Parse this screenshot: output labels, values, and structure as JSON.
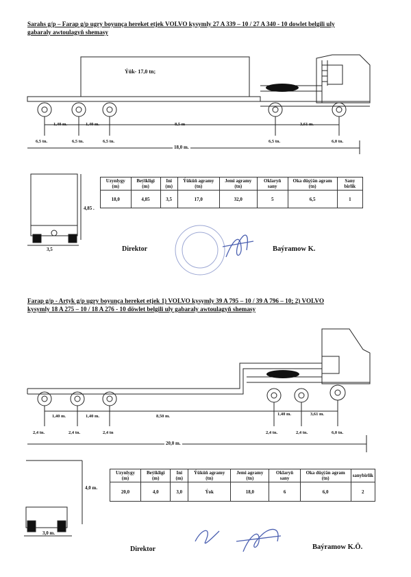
{
  "doc1": {
    "title_line1": "Sarahs g/p – Farap g/p ugry boyunça hereket etjek VOLVO kysymly 27 A 339 – 10 / 27 A 340 - 10 dowlet belgili uly",
    "title_line2": "gabaraly awtoulagyň shemasy",
    "cargo_label": "Ýük- 17,0 tn;",
    "dims": {
      "d1": "1,40 m.",
      "d2": "1,40 m.",
      "d3": "8,5 m",
      "d4": "3,61 m.",
      "total": "18,0 m."
    },
    "loads": [
      "6,5 tn.",
      "6,5 tn.",
      "6,5 tn.",
      "6,5 tn.",
      "6,0 tn."
    ],
    "height_label": "4,85 .",
    "width_label": "3,5",
    "table": {
      "headers": [
        "Uzynlygy (m)",
        "Beýikligi (m)",
        "Ini (m)",
        "Ýüküň agramy (tn)",
        "Jemi agramy (tn)",
        "Oklaryň sany",
        "Oka düşýän agram (tn)",
        "Sany birlik"
      ],
      "row": [
        "18,0",
        "4,85",
        "3,5",
        "17,0",
        "32,0",
        "5",
        "6,5",
        "1"
      ]
    },
    "director": "Direktor",
    "name": "Baýramow K."
  },
  "doc2": {
    "title_line1": "Farap g/p - Artyk g/p ugry boyunça hereket etjek 1) VOLVO kysymly 39 A 795 – 10 / 39 A 796 – 10; 2) VOLVO",
    "title_line2": "kysymly 18 A 275 – 10 / 18 A 276 - 10 döwlet belgili uly gabaraly awtoulagyň shemasy",
    "dims": {
      "d1": "1,40 m.",
      "d2": "1,40 m.",
      "d3": "8,50 m.",
      "d4": "1,40 m.",
      "d5": "3,61 m.",
      "total": "20,0 m."
    },
    "loads": [
      "2,4 tn.",
      "2,4 tn.",
      "2,4 tn",
      "2,4 tn.",
      "2,4 tn.",
      "6,0 tn."
    ],
    "height_label": "4,0 m.",
    "width_label": "3,0 m.",
    "table": {
      "headers": [
        "Uzynlygy (m)",
        "Beýikligi (m)",
        "Ini (m)",
        "Ýüküň agramy (tn)",
        "Jemi agramy (tn)",
        "Oklaryň sany",
        "Oka düşýän agram (tn)",
        "sanybirlik"
      ],
      "row": [
        "20,0",
        "4,0",
        "3,0",
        "Ýok",
        "18,0",
        "6",
        "6,0",
        "2"
      ]
    },
    "director": "Direktor",
    "name": "Baýramow K.Ö."
  },
  "colors": {
    "ink": "#111111",
    "line": "#222222",
    "stamp": "#4a5fb0",
    "faint": "#cccccc"
  }
}
